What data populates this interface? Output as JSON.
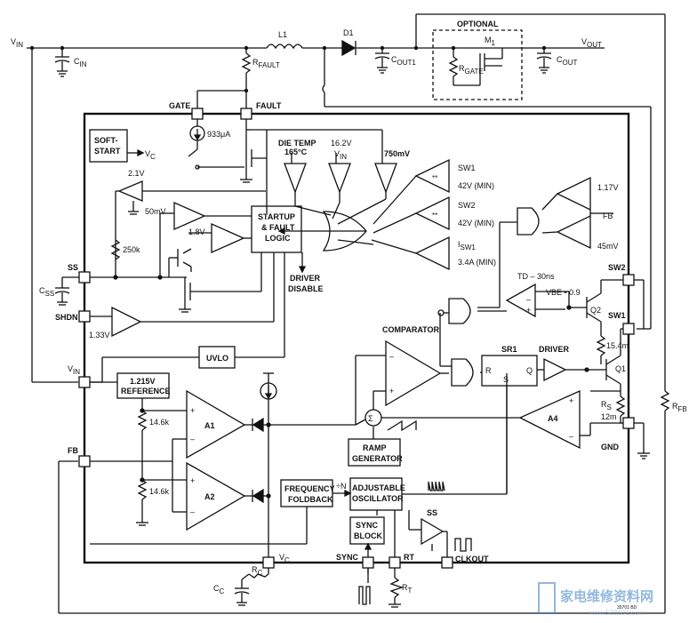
{
  "labels": {
    "vin_top": "V",
    "vin_top_sub": "IN",
    "cin": "C",
    "cin_sub": "IN",
    "l1": "L1",
    "d1": "D1",
    "rfault": "R",
    "rfault_sub": "FAULT",
    "cout1": "C",
    "cout1_sub": "OUT1",
    "optional": "OPTIONAL",
    "m1": "M",
    "m1_sub": "1",
    "rgate": "R",
    "rgate_sub": "GATE",
    "cout": "C",
    "cout_sub": "OUT",
    "vout": "V",
    "vout_sub": "OUT",
    "gate_pin": "GATE",
    "fault_pin": "FAULT",
    "soft_start_1": "SOFT-",
    "soft_start_2": "START",
    "vc_arrow": "V",
    "vc_arrow_sub": "C",
    "current_933": "933μA",
    "die_temp": "DIE TEMP",
    "t165": "165°C",
    "v162": "16.2V",
    "vin_comp": "V",
    "vin_comp_sub": "IN",
    "v750": "750mV",
    "sw1_a": "SW1",
    "v42_a": "42V (MIN)",
    "sw2_a": "SW2",
    "v42_b": "42V (MIN)",
    "isw1": "I",
    "isw1_sub": "SW1",
    "i34": "3.4A (MIN)",
    "v117": "1.17V",
    "fb_comp": "FB",
    "v45": "45mV",
    "v21": "2.1V",
    "v50m": "50mV",
    "v18": "1.8V",
    "r250k": "250k",
    "startup_1": "STARTUP",
    "startup_2": "& FAULT",
    "startup_3": "LOGIC",
    "driver_dis_1": "DRIVER",
    "driver_dis_2": "DISABLE",
    "ss_pin": "SS",
    "css": "C",
    "css_sub": "SS",
    "shdn_pin": "SHDN",
    "v133": "1.33V",
    "vin_pin": "V",
    "vin_pin_sub": "IN",
    "uvlo": "UVLO",
    "ref_1": "1.215V",
    "ref_2": "REFERENCE",
    "r146a": "14.6k",
    "r146b": "14.6k",
    "a1": "A1",
    "a2": "A2",
    "fb_pin": "FB",
    "comparator": "COMPARATOR",
    "sr1": "SR1",
    "r_in": "R",
    "s_in": "S",
    "q_out": "Q",
    "driver": "DRIVER",
    "td": "TD – 30ns",
    "vbe": "VBE • 0.9",
    "q2": "Q2",
    "q1": "Q1",
    "r154": "15.4m",
    "rs": "R",
    "rs_sub": "S",
    "r12m": "12m",
    "a4": "A4",
    "sw2_pin": "SW2",
    "sw1_pin": "SW1",
    "gnd_pin": "GND",
    "rfb": "R",
    "rfb_sub": "FB",
    "ramp_1": "RAMP",
    "ramp_2": "GENERATOR",
    "freq_1": "FREQUENCY",
    "freq_2": "FOLDBACK",
    "divn": "÷N",
    "osc_1": "ADJUSTABLE",
    "osc_2": "OSCILLATOR",
    "sync_1": "SYNC",
    "sync_2": "BLOCK",
    "ss_small": "SS",
    "vc_pin": "V",
    "vc_pin_sub": "C",
    "rc": "R",
    "rc_sub": "C",
    "cc": "C",
    "cc_sub": "C",
    "sync_pin": "SYNC",
    "rt_pin": "RT",
    "rt_res": "R",
    "rt_res_sub": "T",
    "clkout": "CLKOUT",
    "sigma": "Σ",
    "plus": "+",
    "minus": "–",
    "dstar": "**",
    "code": "35701 BD",
    "watermark": "家电维修资料网",
    "watermark_url": "www.520101.com"
  }
}
